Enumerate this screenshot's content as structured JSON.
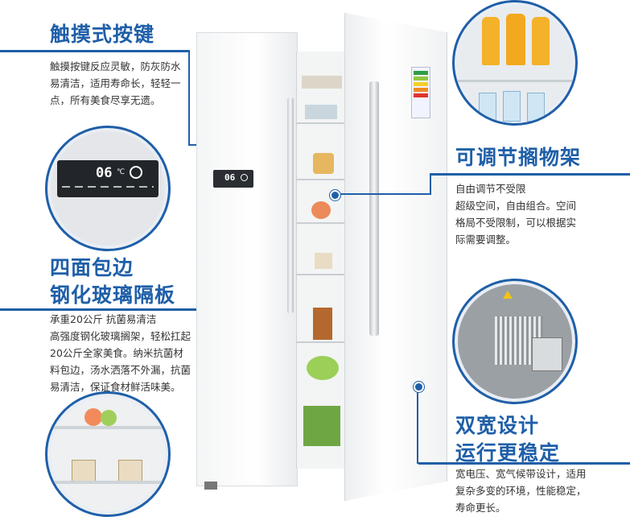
{
  "features": [
    {
      "title": [
        "触摸式按键"
      ],
      "body": [
        "触摸按键反应灵敏，防灰防水",
        "易清洁，适用寿命长，轻轻一",
        "点，所有美食尽享无遗。"
      ]
    },
    {
      "title": [
        "可调节搁物架"
      ],
      "body": [
        "自由调节不受限",
        "超级空间，自由组合。空间",
        "格局不受限制，可以根据实",
        "际需要调整。"
      ]
    },
    {
      "title": [
        "四面包边",
        "钢化玻璃隔板"
      ],
      "body": [
        "承重20公斤 抗菌易清洁",
        "高强度钢化玻璃搁架，轻松扛起",
        "20公斤全家美食。纳米抗菌材",
        "料包边，汤水洒落不外漏，抗菌",
        "易清洁，保证食材鲜活味美。"
      ]
    },
    {
      "title": [
        "双宽设计",
        "运行更稳定"
      ],
      "body": [
        "宽电压、宽气候带设计，适用",
        "复杂多变的环境，性能稳定，",
        "寿命更长。"
      ]
    }
  ],
  "display": {
    "temperature": "06",
    "unit": "℃"
  },
  "colors": {
    "accent": "#1f5fa8",
    "body_text": "#333333"
  }
}
